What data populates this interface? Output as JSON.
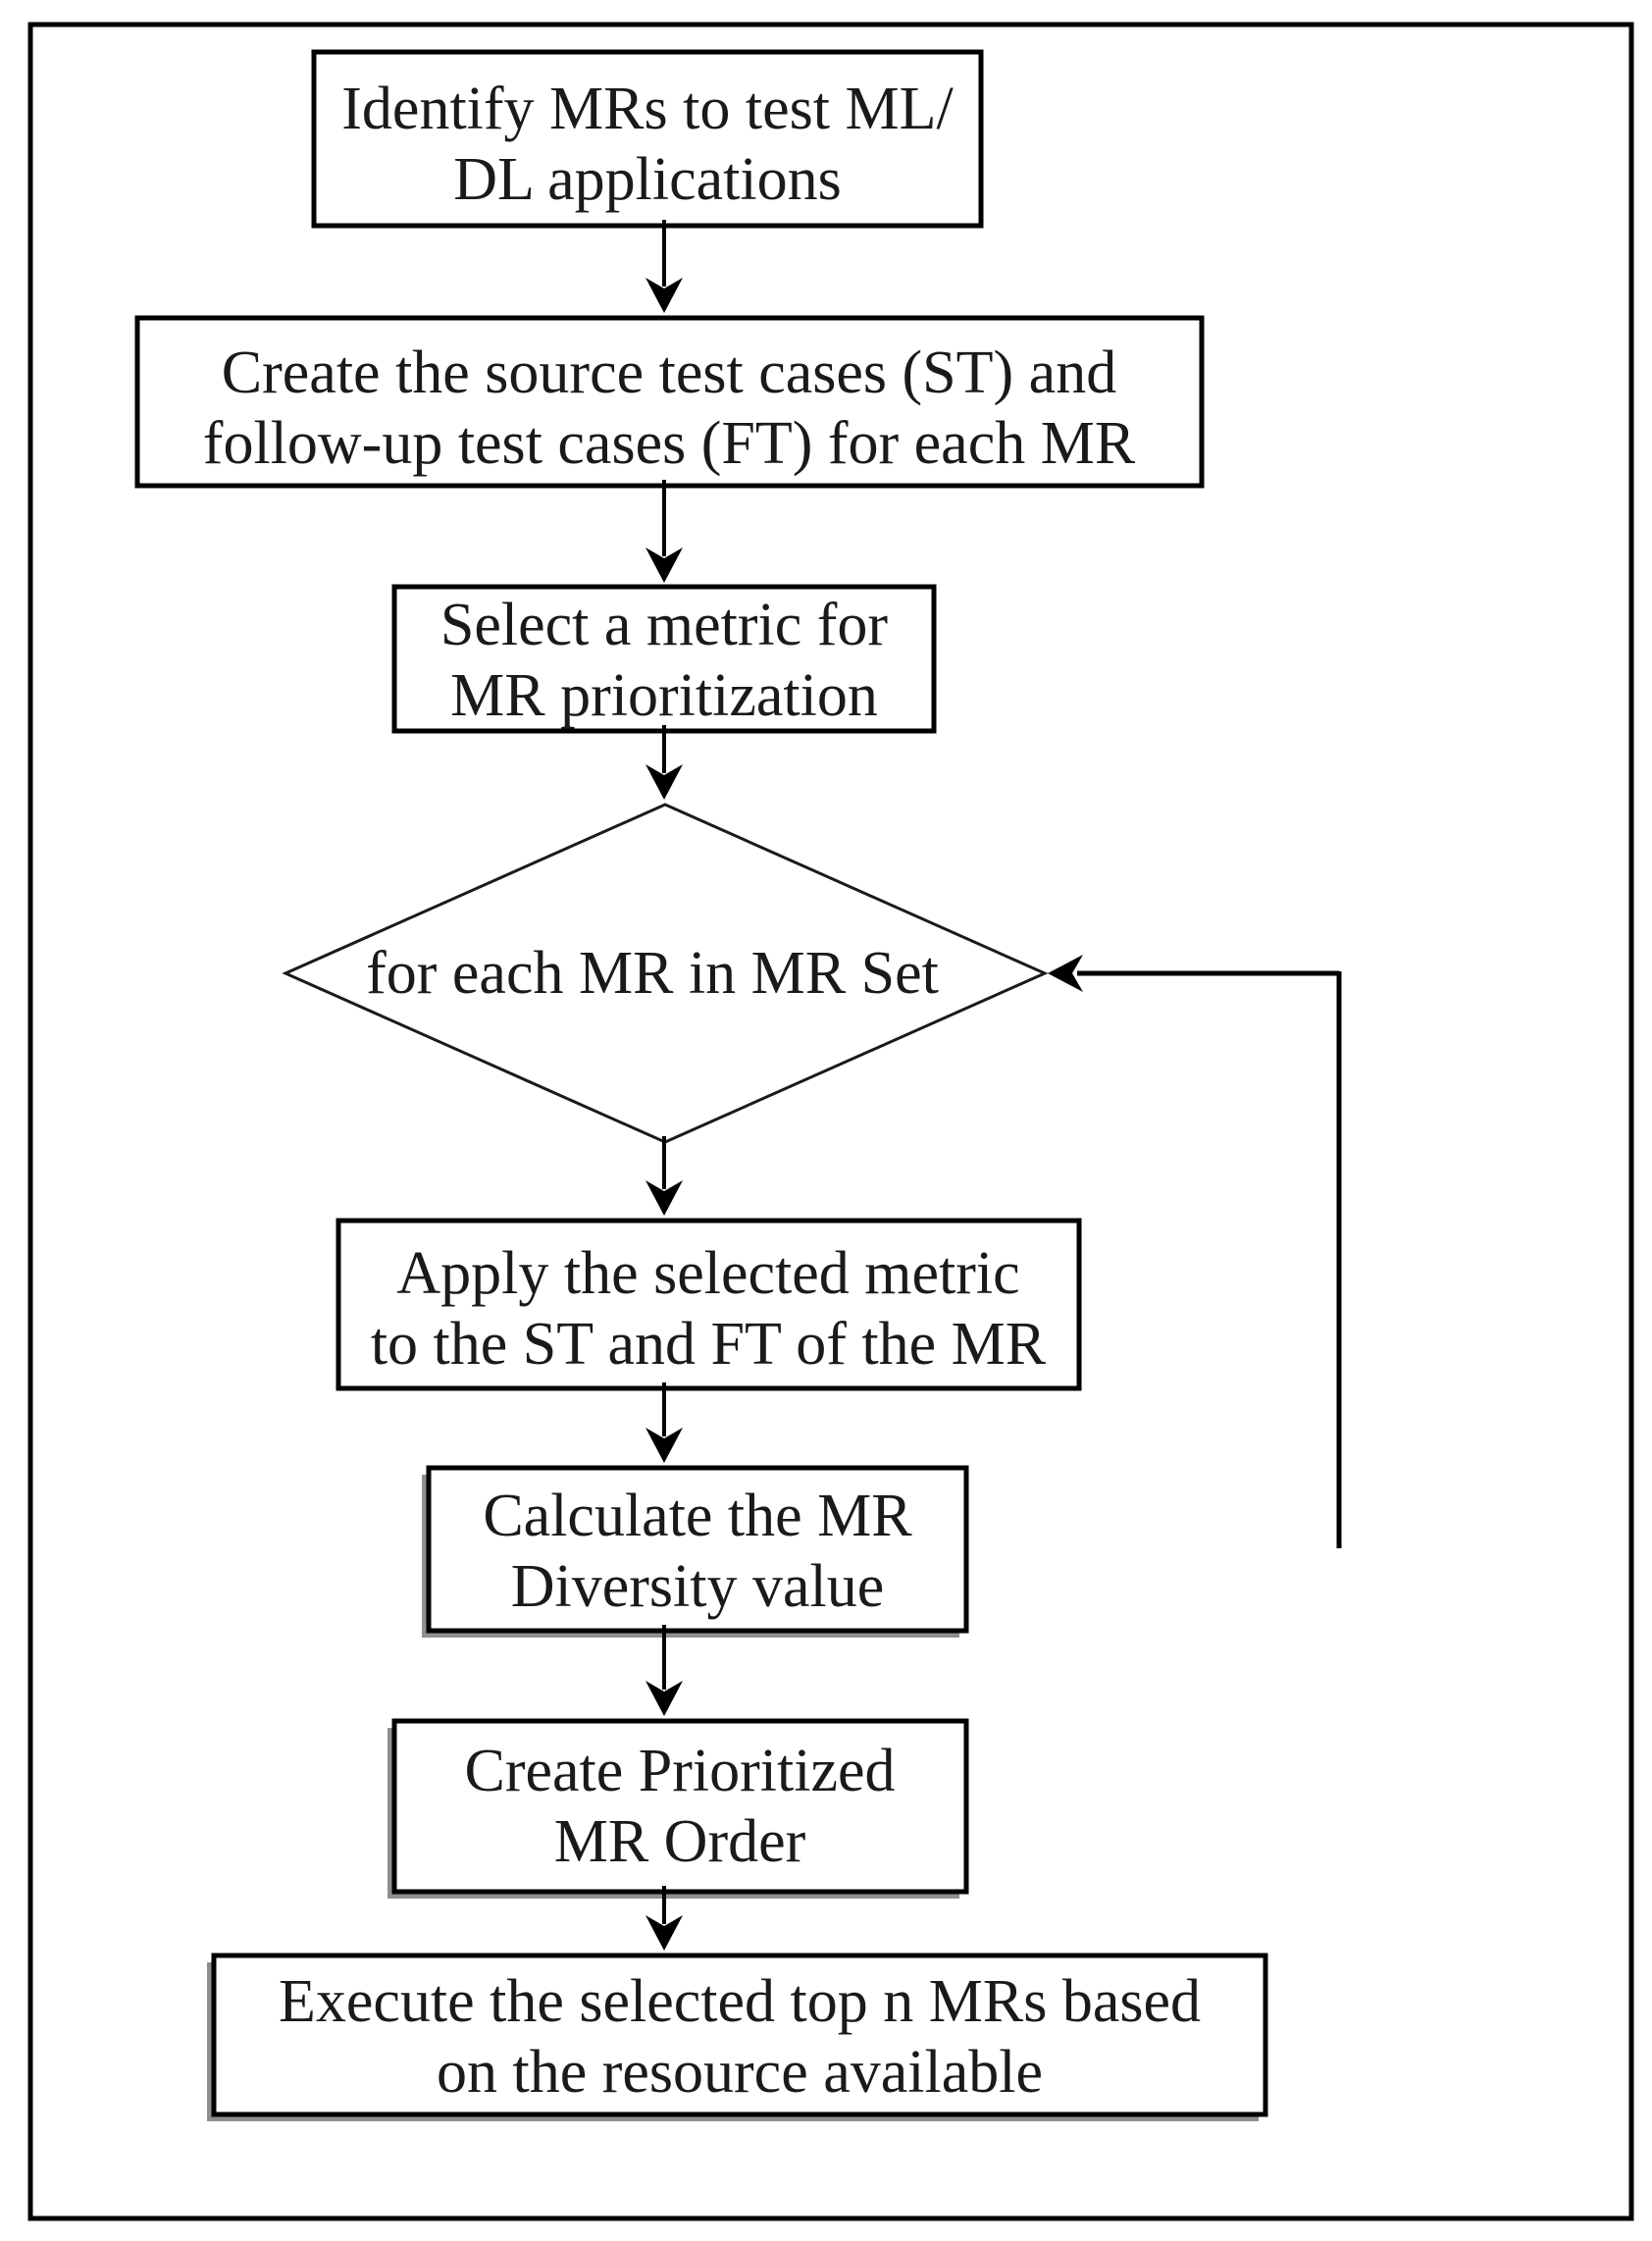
{
  "figure": {
    "type": "flowchart",
    "description": "MR prioritization workflow for testing ML/DL applications"
  },
  "colors": {
    "background": "#ffffff",
    "node_fill": "#ffffff",
    "node_stroke": "#000000",
    "shadow": "#8f8f8f",
    "loop_gradient_start": "#949494",
    "loop_gradient_end": "#000000",
    "text": "#1a1a1a"
  },
  "nodes": {
    "identify": {
      "shape": "rect",
      "line1": "Identify MRs to test ML/",
      "line2": "DL applications"
    },
    "create_tests": {
      "shape": "rect",
      "line1": "Create the source test cases (ST) and",
      "line2": "follow-up test cases (FT) for each MR"
    },
    "select_metric": {
      "shape": "rect",
      "line1": "Select a metric for",
      "line2": "MR prioritization"
    },
    "foreach_mr": {
      "shape": "diamond",
      "line1": "for each MR in MR Set"
    },
    "apply_metric": {
      "shape": "rect",
      "line1": "Apply the selected metric",
      "line2": "to the ST and FT of the MR"
    },
    "calculate_diversity": {
      "shape": "rect",
      "line1": "Calculate the MR",
      "line2": "Diversity value"
    },
    "create_order": {
      "shape": "rect",
      "line1": "Create Prioritized",
      "line2": "MR Order"
    },
    "execute_top_n": {
      "shape": "rect",
      "line1": "Execute the selected top n MRs based",
      "line2": "on the resource available"
    }
  },
  "edges": [
    {
      "from": "identify",
      "to": "create_tests",
      "kind": "arrow-down"
    },
    {
      "from": "create_tests",
      "to": "select_metric",
      "kind": "arrow-down"
    },
    {
      "from": "select_metric",
      "to": "foreach_mr",
      "kind": "arrow-down"
    },
    {
      "from": "foreach_mr",
      "to": "apply_metric",
      "kind": "arrow-down"
    },
    {
      "from": "apply_metric",
      "to": "calculate_diversity",
      "kind": "arrow-down"
    },
    {
      "from": "calculate_diversity",
      "to": "create_order",
      "kind": "arrow-down"
    },
    {
      "from": "create_order",
      "to": "execute_top_n",
      "kind": "arrow-down"
    },
    {
      "from": "calculate_diversity",
      "to": "foreach_mr",
      "kind": "loop-back-right"
    }
  ]
}
